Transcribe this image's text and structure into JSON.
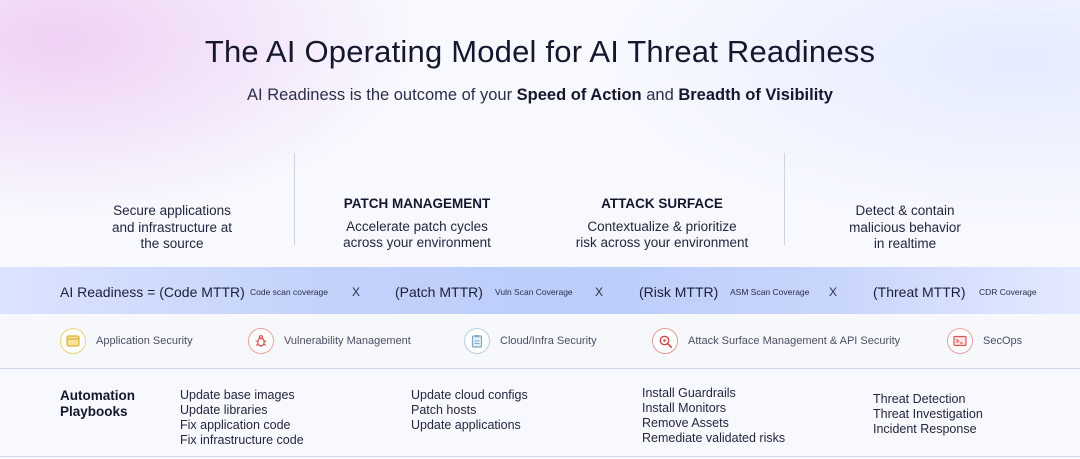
{
  "header": {
    "title": "The AI Operating Model for AI Threat Readiness",
    "subtitle_pre": "AI Readiness is the outcome of your ",
    "subtitle_b1": "Speed of Action",
    "subtitle_mid": " and ",
    "subtitle_b2": "Breadth of Visibility"
  },
  "columns": [
    {
      "heading": "",
      "lines": [
        "Secure applications",
        "and infrastructure at",
        "the source"
      ]
    },
    {
      "heading": "PATCH MANAGEMENT",
      "lines": [
        "Accelerate patch cycles",
        "across your environment"
      ]
    },
    {
      "heading": "ATTACK SURFACE",
      "lines": [
        "Contextualize & prioritize",
        "risk across your environment"
      ]
    },
    {
      "heading": "",
      "lines": [
        "Detect & contain",
        "malicious behavior",
        "in realtime"
      ]
    }
  ],
  "equation": {
    "lhs": "AI Readiness = (Code MTTR)",
    "sub1": "Code scan coverage",
    "x1": "X",
    "term2": "(Patch MTTR)",
    "sub2": "Vuln Scan Coverage",
    "x2": "X",
    "term3": "(Risk MTTR)",
    "sub3": "ASM Scan Coverage",
    "x3": "X",
    "term4": "(Threat MTTR)",
    "sub4": "CDR Coverage"
  },
  "capabilities": [
    {
      "label": "Application Security",
      "icon": "window-icon",
      "color": "#e8c64a"
    },
    {
      "label": "Vulnerability Management",
      "icon": "bug-icon",
      "color": "#d9534f"
    },
    {
      "label": "Cloud/Infra Security",
      "icon": "clipboard-icon",
      "color": "#7fa9c9"
    },
    {
      "label": "Attack Surface Management & API Security",
      "icon": "magnifier-target-icon",
      "color": "#c9473f"
    },
    {
      "label": "SecOps",
      "icon": "terminal-icon",
      "color": "#d9534f"
    }
  ],
  "playbooks": {
    "heading_line1": "Automation",
    "heading_line2": "Playbooks",
    "columns": [
      [
        "Update base images",
        "Update libraries",
        "Fix application code",
        "Fix infrastructure code"
      ],
      [
        "Update cloud configs",
        "Patch hosts",
        "Update applications"
      ],
      [
        "Install Guardrails",
        "Install Monitors",
        "Remove Assets",
        "Remediate validated risks"
      ],
      [
        "Threat Detection",
        "Threat Investigation",
        "Incident Response"
      ]
    ]
  }
}
